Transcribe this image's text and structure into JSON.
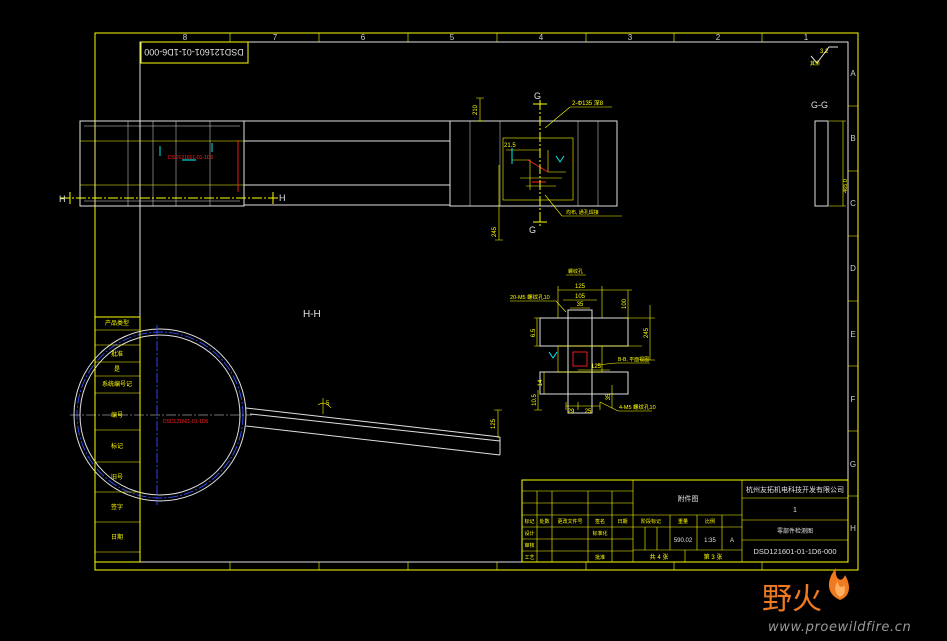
{
  "colors": {
    "background": "#000000",
    "line": "#ffff00",
    "frame": "#e0e0e0",
    "red": "#ff2020",
    "cyan": "#00ffff",
    "blue": "#3050ff",
    "watermark": "#f07a20",
    "watermark_url": "#9a9a9a"
  },
  "zones": {
    "columns": [
      "8",
      "7",
      "6",
      "5",
      "4",
      "3",
      "2",
      "1"
    ],
    "rows": [
      "A",
      "B",
      "C",
      "D",
      "E",
      "F",
      "G",
      "H"
    ]
  },
  "header_box": {
    "drawing_number": "DSD121601-01-1D6-000"
  },
  "roughness": {
    "value": "3.2",
    "note": "其余"
  },
  "front_view": {
    "red_label": "DSD121601-01-1D6",
    "section_h": {
      "left": "H",
      "right": "H"
    },
    "section_g": {
      "top": "G",
      "bottom": "G"
    },
    "dim_210": "210",
    "hole_note": "2-Φ135 深8",
    "dim_21_5": "21.5",
    "dim_245": "245",
    "weld_note": "均布, 通孔焊接"
  },
  "section_gg": {
    "title": "G-G",
    "dim": "465.0"
  },
  "detail_view": {
    "top_note": "螺纹孔",
    "thread_note_top": "20-M5 螺纹孔10",
    "dims": {
      "d125_top": "125",
      "d105": "105",
      "d35_top": "35",
      "d100": "100",
      "d245": "245",
      "d6_5": "6.5",
      "d14": "14",
      "d10_5": "10.5",
      "d125_mid": "125",
      "d35_bottom": "35",
      "d29": "29",
      "d25": "25"
    },
    "view_note": "B-B, 平面视图",
    "thread_note_bottom": "4-M5 螺纹孔10"
  },
  "section_hh": {
    "title": "H-H",
    "red_label": "DSD121601-01-1D6",
    "dim_125": "125",
    "dim_5": "5"
  },
  "title_block": {
    "company": "杭州友拓机电科技开发有限公司",
    "sheet_mark": "1",
    "part_name": "零部件检测图",
    "drawing_number": "DSD121601-01-1D6-000",
    "drawing_title": "附件图",
    "revision_headers": [
      "标记",
      "处数",
      "更改文件号",
      "签名",
      "日期"
    ],
    "role_labels": [
      "设计",
      "标准化",
      "审核",
      "工艺",
      "批准"
    ],
    "stage_headers": [
      "阶段标记",
      "重量",
      "比例"
    ],
    "weight": "590.02",
    "scale": "1:35",
    "stage": "A",
    "sheets_total": "共 4 张",
    "sheet_current": "第 3 张"
  },
  "left_strip": {
    "labels": [
      "产品类型",
      "批准",
      "是",
      "系统编号记",
      "编号",
      "标记",
      "旧号",
      "签字",
      "日期"
    ]
  },
  "watermark": {
    "logo_text": "野火",
    "url": "www.proewildfire.cn"
  }
}
